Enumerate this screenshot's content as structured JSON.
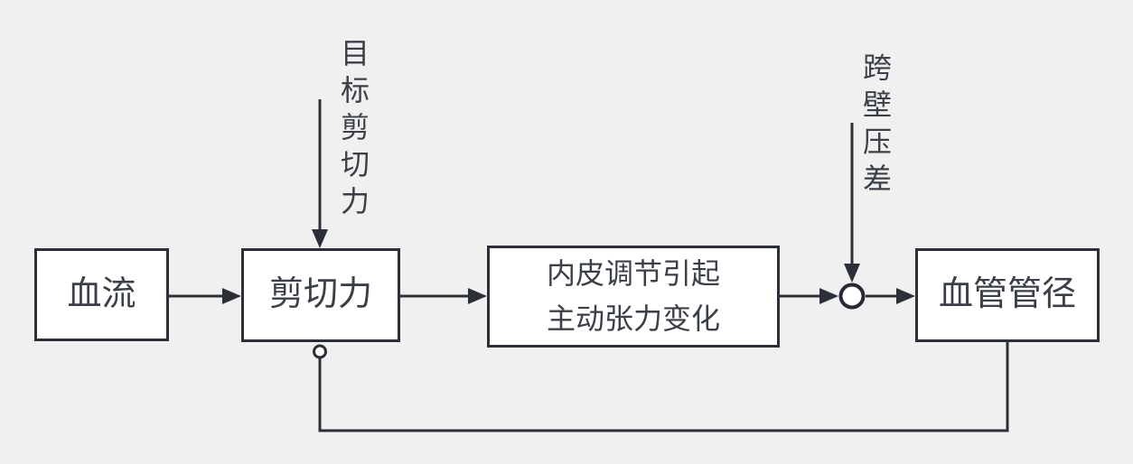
{
  "diagram": {
    "type": "block-diagram",
    "colors": {
      "background": "#f0f0f0",
      "stroke": "#2b3038",
      "text": "#3b4048",
      "node_fill": "#ffffff"
    },
    "nodes": [
      {
        "id": "blood-flow",
        "label": "血流"
      },
      {
        "id": "shear-force",
        "label": "剪切力"
      },
      {
        "id": "endothelium",
        "label": "内皮调节引起\n主动张力变化"
      },
      {
        "id": "vessel-diameter",
        "label": "血管管径"
      }
    ],
    "inputs": [
      {
        "id": "target-shear-force",
        "label": "目标剪切力"
      },
      {
        "id": "transmural-pressure",
        "label": "跨壁压差"
      }
    ],
    "connections": [
      {
        "from": "blood-flow",
        "to": "shear-force"
      },
      {
        "from": "shear-force",
        "to": "endothelium"
      },
      {
        "from": "endothelium",
        "to": "summing-junction"
      },
      {
        "from": "summing-junction",
        "to": "vessel-diameter"
      },
      {
        "from": "target-shear-force",
        "to": "shear-force"
      },
      {
        "from": "transmural-pressure",
        "to": "summing-junction"
      },
      {
        "from": "vessel-diameter",
        "to": "shear-force",
        "kind": "feedback"
      }
    ]
  }
}
